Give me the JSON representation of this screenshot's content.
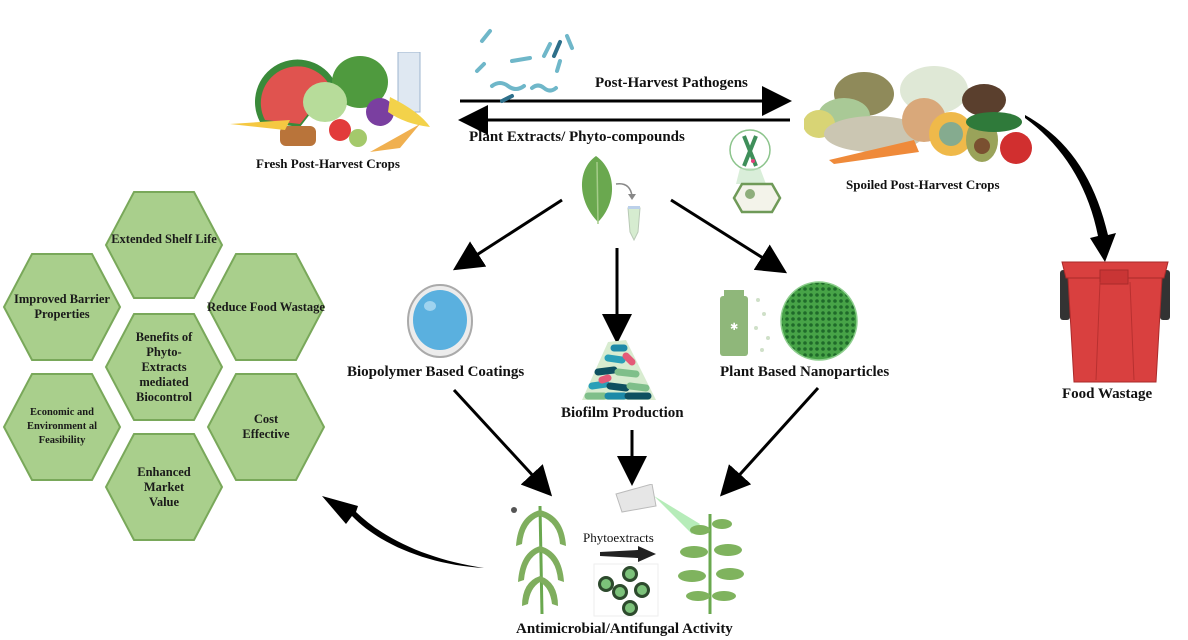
{
  "fresh_crops": {
    "label": "Fresh Post-Harvest Crops"
  },
  "spoiled_crops": {
    "label": "Spoiled Post-Harvest Crops"
  },
  "pathogens_arrow": {
    "label": "Post-Harvest Pathogens"
  },
  "extracts_arrow": {
    "label": "Plant Extracts/ Phyto-compounds"
  },
  "food_wastage": {
    "label": "Food Wastage"
  },
  "methods": {
    "coatings": "Biopolymer Based Coatings",
    "biofilm": "Biofilm Production",
    "nanoparticles": "Plant Based Nanoparticles"
  },
  "activity": {
    "label": "Antimicrobial/Antifungal Activity",
    "arrow_label": "Phytoextracts"
  },
  "benefits": {
    "center": "Benefits of Phyto-Extracts mediated Biocontrol",
    "items": [
      "Extended Shelf Life",
      "Improved Barrier Properties",
      "Reduce Food Wastage",
      "Economic and Environment al Feasibility",
      "Cost Effective",
      "Enhanced Market Value"
    ]
  },
  "colors": {
    "hex_fill": "#a9cf8c",
    "hex_stroke": "#79a85a",
    "bin": "#d9403f",
    "leaf": "#6aa84f",
    "nano": "#3f9a3f",
    "coating": "#5ab0df"
  }
}
